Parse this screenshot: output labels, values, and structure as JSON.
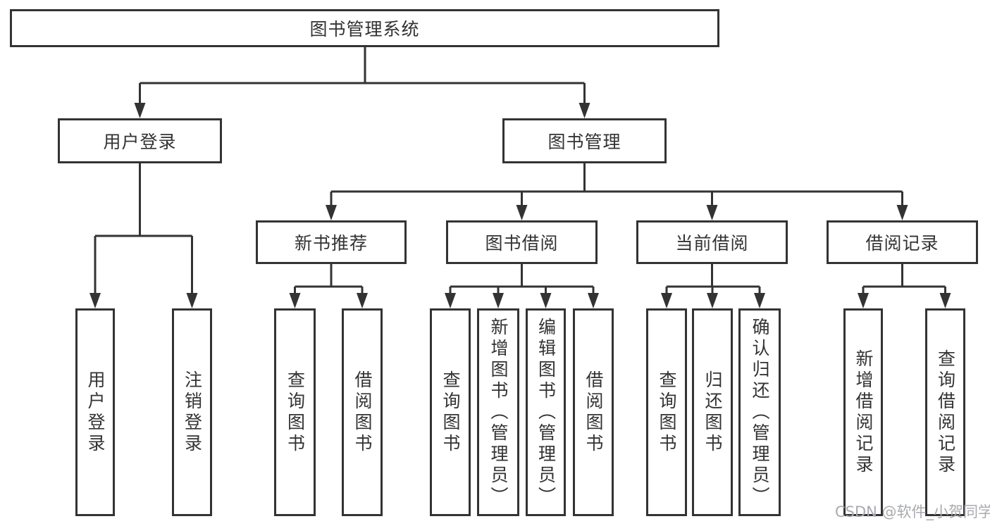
{
  "nodes": {
    "root": {
      "label": "图书管理系统"
    },
    "user_login": {
      "label": "用户登录"
    },
    "book_management": {
      "label": "图书管理"
    },
    "new_book_recommend": {
      "label": "新书推荐"
    },
    "book_borrow": {
      "label": "图书借阅"
    },
    "current_borrow": {
      "label": "当前借阅"
    },
    "borrow_records": {
      "label": "借阅记录"
    },
    "leaves": {
      "user_login": {
        "label": "用户登录"
      },
      "logout": {
        "label": "注销登录"
      },
      "query_books_new": {
        "label": "查询图书"
      },
      "borrow_books_new": {
        "label": "借阅图书"
      },
      "query_books_borrow": {
        "label": "查询图书"
      },
      "add_books_admin": {
        "label": "新增图书（管理员）"
      },
      "edit_books_admin": {
        "label": "编辑图书（管理员）"
      },
      "borrow_books_borrow": {
        "label": "借阅图书"
      },
      "query_books_current": {
        "label": "查询图书"
      },
      "return_books": {
        "label": "归还图书"
      },
      "confirm_return_admin": {
        "label": "确认归还（管理员）"
      },
      "add_borrow_record": {
        "label": "新增借阅记录"
      },
      "query_borrow_record": {
        "label": "查询借阅记录"
      }
    }
  },
  "watermark": {
    "text": "CSDN @软件_小贺同学"
  },
  "colors": {
    "line": "#333333",
    "text": "#333333",
    "watermark": "#a8abaf",
    "background": "#ffffff"
  }
}
